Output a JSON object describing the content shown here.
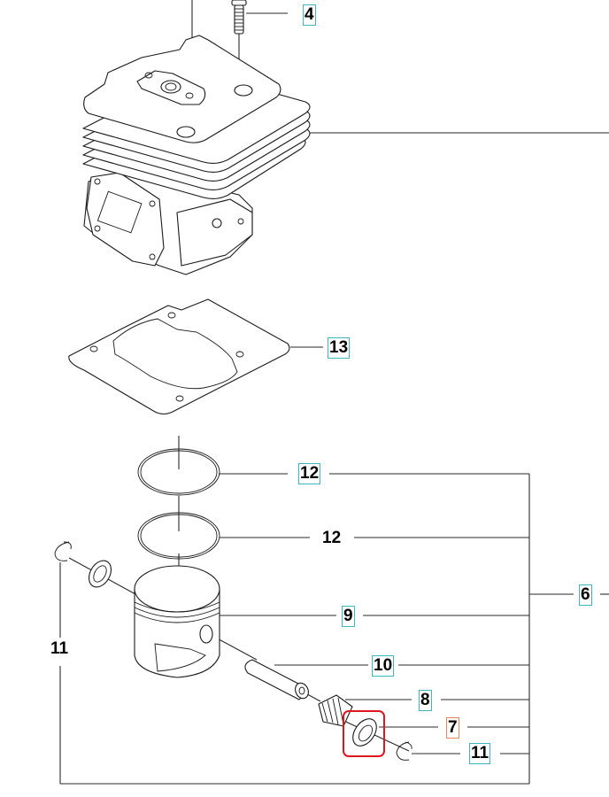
{
  "diagram": {
    "title": "Cylinder and piston exploded parts view",
    "colors": {
      "callout_link_border": "#3fb6c0",
      "callout_selected_border": "#e8875a",
      "selection_highlight": "#e0161f",
      "line": "#1a1a1a"
    },
    "callouts": {
      "c4": {
        "label": "4",
        "style": "linked",
        "part": "screw"
      },
      "c13": {
        "label": "13",
        "style": "linked",
        "part": "cylinder-base-gasket"
      },
      "c12a": {
        "label": "12",
        "style": "linked",
        "part": "piston-ring-upper"
      },
      "c12b": {
        "label": "12",
        "style": "plain",
        "part": "piston-ring-lower"
      },
      "c6": {
        "label": "6",
        "style": "linked",
        "part": "piston-kit"
      },
      "c9": {
        "label": "9",
        "style": "linked",
        "part": "piston"
      },
      "c10": {
        "label": "10",
        "style": "linked",
        "part": "piston-pin"
      },
      "c8": {
        "label": "8",
        "style": "linked",
        "part": "needle-bearing"
      },
      "c7": {
        "label": "7",
        "style": "selected",
        "part": "thrust-washer"
      },
      "c11a": {
        "label": "11",
        "style": "linked",
        "part": "circlip-right"
      },
      "c11b": {
        "label": "11",
        "style": "plain",
        "part": "circlip-left"
      }
    },
    "selected_part": "7"
  }
}
